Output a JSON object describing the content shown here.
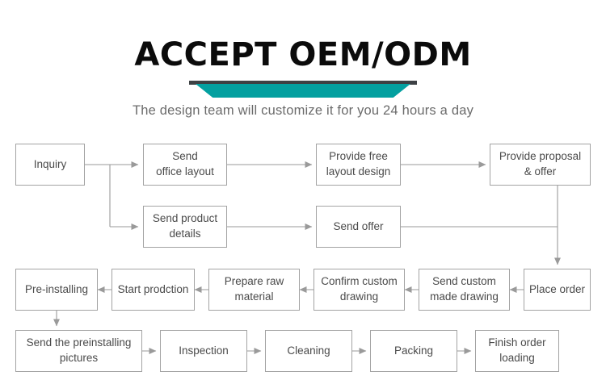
{
  "header": {
    "title": "ACCEPT OEM/ODM",
    "subtitle": "The design team will customize it for you 24 hours a day",
    "divider_bar_color": "#3d4144",
    "divider_accent_color": "#03a0a0",
    "title_color": "#0b0b0b",
    "subtitle_color": "#6b6b6b"
  },
  "flow": {
    "box_border_color": "#a3a3a3",
    "connector_color": "#9a9a9a",
    "text_color": "#4a4a4a",
    "rows": [
      {
        "row": 1,
        "nodes": [
          {
            "id": "inquiry",
            "label": "Inquiry"
          },
          {
            "id": "send-office-layout",
            "label": "Send\noffice layout"
          },
          {
            "id": "provide-free-layout-design",
            "label": "Provide free\nlayout design"
          },
          {
            "id": "provide-proposal-offer",
            "label": "Provide proposal\n& offer"
          }
        ]
      },
      {
        "row": 2,
        "nodes": [
          {
            "id": "send-product-details",
            "label": "Send product\ndetails"
          },
          {
            "id": "send-offer",
            "label": "Send offer"
          }
        ]
      },
      {
        "row": 3,
        "nodes": [
          {
            "id": "pre-installing",
            "label": "Pre-installing"
          },
          {
            "id": "start-prodction",
            "label": "Start prodction"
          },
          {
            "id": "prepare-raw-material",
            "label": "Prepare raw\nmaterial"
          },
          {
            "id": "confirm-custom-drawing",
            "label": "Confirm custom\ndrawing"
          },
          {
            "id": "send-custom-made-drawing",
            "label": "Send custom\nmade drawing"
          },
          {
            "id": "place-order",
            "label": "Place order"
          }
        ]
      },
      {
        "row": 4,
        "nodes": [
          {
            "id": "send-preinstalling-pictures",
            "label": "Send the preinstalling\npictures"
          },
          {
            "id": "inspection",
            "label": "Inspection"
          },
          {
            "id": "cleaning",
            "label": "Cleaning"
          },
          {
            "id": "packing",
            "label": "Packing"
          },
          {
            "id": "finish-order-loading",
            "label": "Finish order\nloading"
          }
        ]
      }
    ]
  }
}
